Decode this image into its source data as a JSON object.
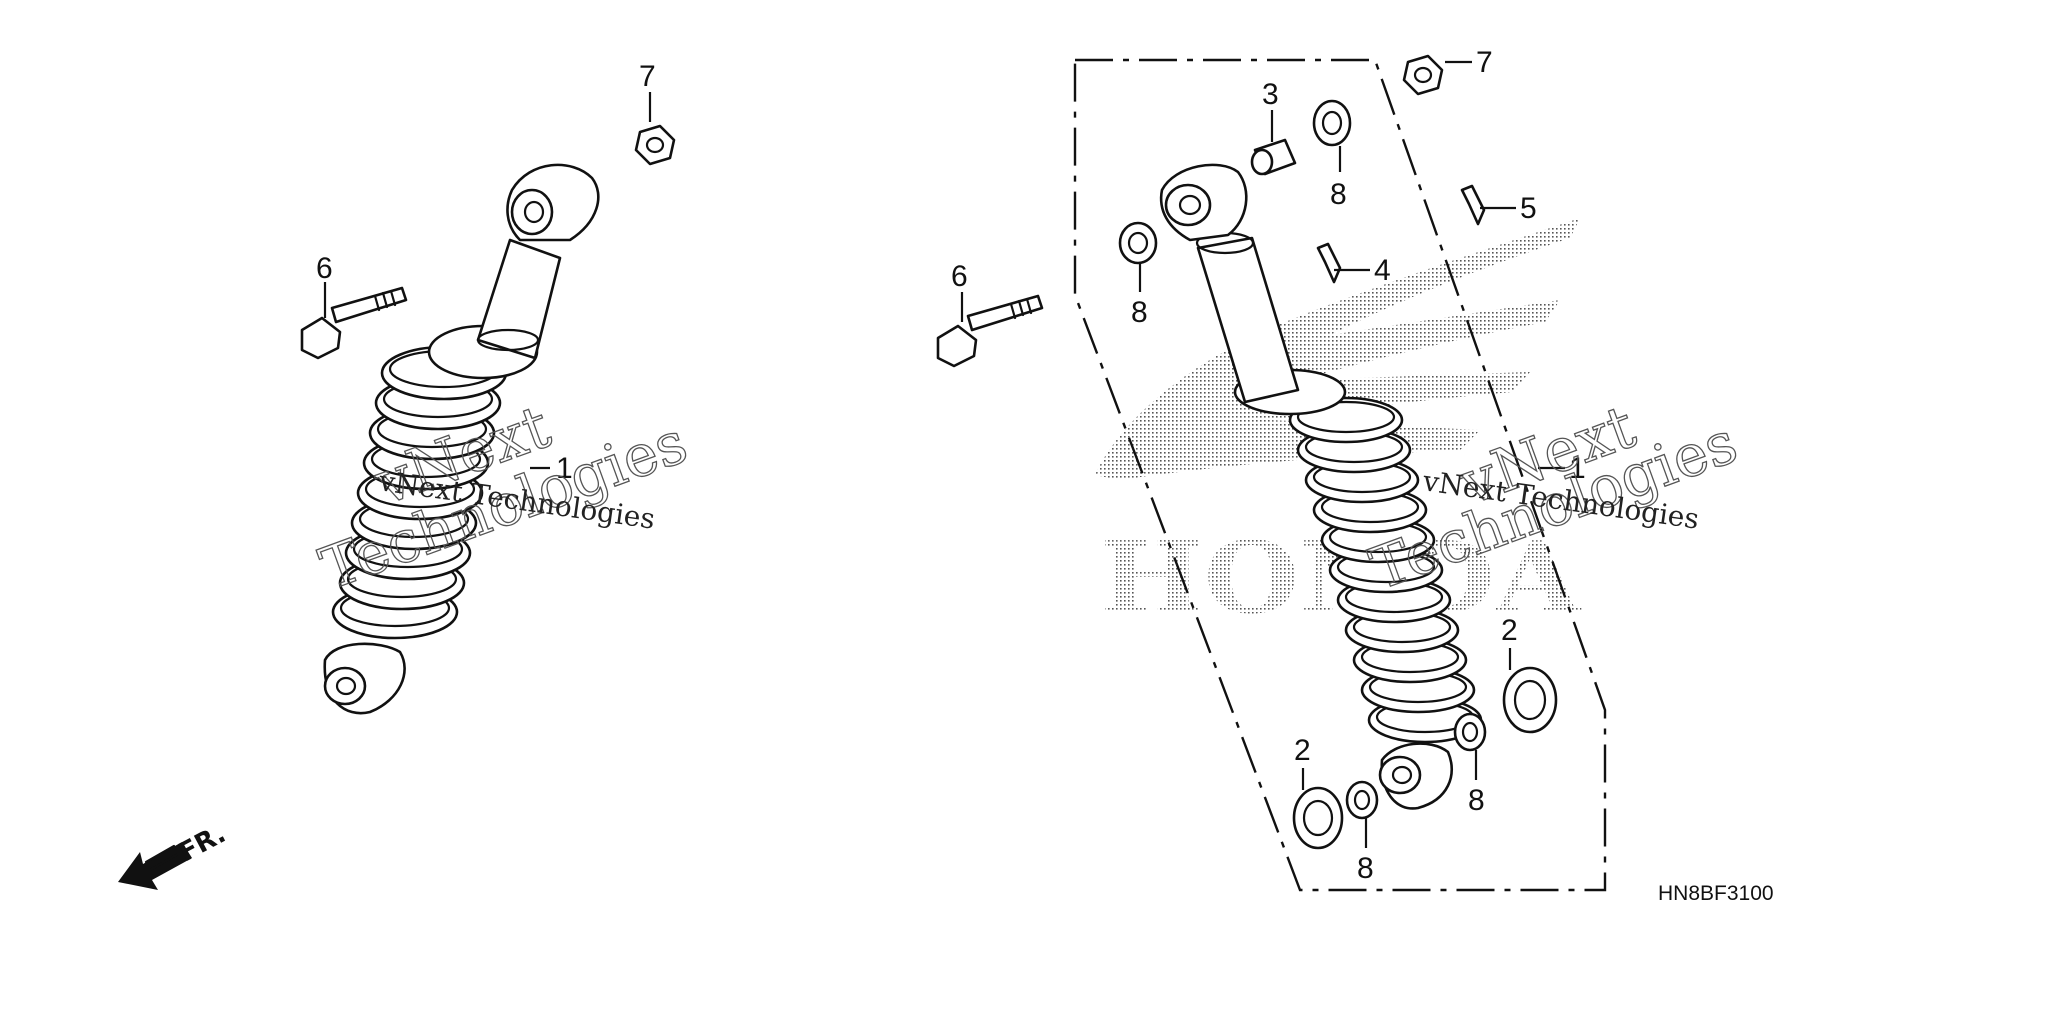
{
  "diagram_code": "HN8BF3100",
  "direction_label": "FR.",
  "watermark": {
    "brand": "HONDA",
    "lines": [
      "vNext",
      "Technologies",
      "vNext Technologies"
    ]
  },
  "callouts": {
    "left_assembly": {
      "shock": "1",
      "bolt": "6",
      "nut": "7"
    },
    "right_assembly": {
      "shock": "1",
      "bolt": "6",
      "nut": "7",
      "collar": "3",
      "bearing_top": "8",
      "bearing_left": "8",
      "clip_a": "4",
      "clip_b": "5",
      "seal_lower_left": "2",
      "seal_lower_right": "2",
      "bearing_lower_left": "8",
      "bearing_lower_right": "8"
    }
  }
}
